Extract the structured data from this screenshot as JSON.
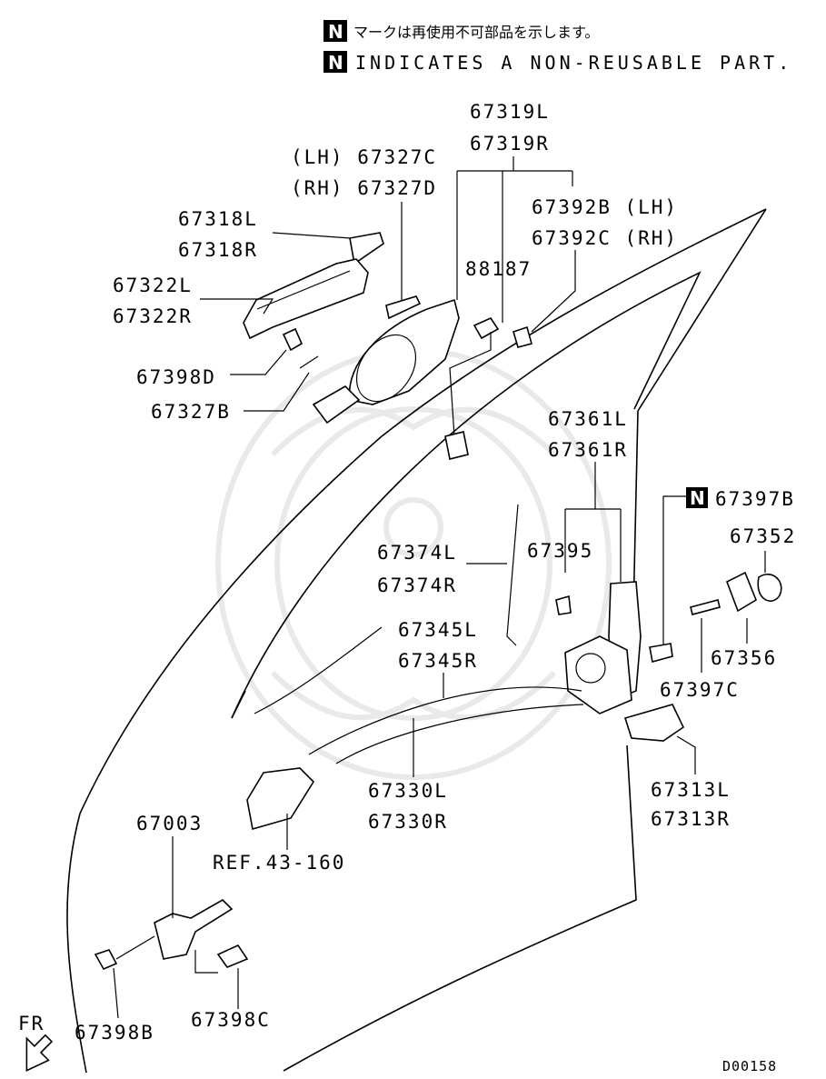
{
  "legend": {
    "badge": "N",
    "jp_text": "マークは再使用不可部品を示します。",
    "en_text": "INDICATES A NON-REUSABLE PART."
  },
  "labels": {
    "p67319L": "67319L",
    "p67319R": "67319R",
    "p67327C": "(LH) 67327C",
    "p67327D": "(RH) 67327D",
    "p67392B": "67392B (LH)",
    "p67392C": "67392C (RH)",
    "p67318L": "67318L",
    "p67318R": "67318R",
    "p88187": "88187",
    "p67322L": "67322L",
    "p67322R": "67322R",
    "p67398D": "67398D",
    "p67327B": "67327B",
    "p67361L": "67361L",
    "p67361R": "67361R",
    "p67397B": "67397B",
    "p67352": "67352",
    "p67395": "67395",
    "p67374L": "67374L",
    "p67374R": "67374R",
    "p67345L": "67345L",
    "p67345R": "67345R",
    "p67356": "67356",
    "p67397C": "67397C",
    "p67330L": "67330L",
    "p67330R": "67330R",
    "p67313L": "67313L",
    "p67313R": "67313R",
    "ref": "REF.43-160",
    "p67003": "67003",
    "p67398B": "67398B",
    "p67398C": "67398C",
    "fr": "FR",
    "diagram_code": "D00158"
  }
}
